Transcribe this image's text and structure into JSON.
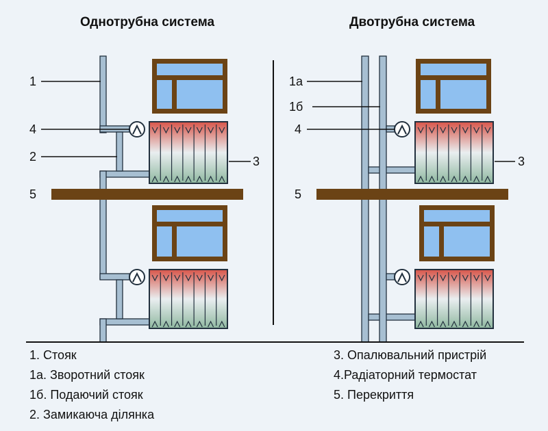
{
  "titles": {
    "left": "Однотрубна система",
    "right": "Двотрубна система"
  },
  "callouts": {
    "n1": "1",
    "n1a": "1а",
    "n1b": "1б",
    "n2": "2",
    "n3": "3",
    "n4": "4",
    "n5": "5"
  },
  "legend_left": [
    "1. Стояк",
    "1а. Зворотний стояк",
    "1б. Подаючий стояк",
    "2. Замикаюча ділянка"
  ],
  "legend_right": [
    "3. Опалювальний пристрій",
    "4.Радіаторний термостат",
    "5. Перекриття"
  ],
  "colors": {
    "background": "#eef3f8",
    "pipe_fill": "#a7bfd2",
    "outline": "#22303e",
    "frame": "#6b4315",
    "glass": "#8fc0f0",
    "floor_slab": "#6b4315",
    "radiator_hot": "#d8564a",
    "radiator_cool": "#8fb8a0"
  }
}
